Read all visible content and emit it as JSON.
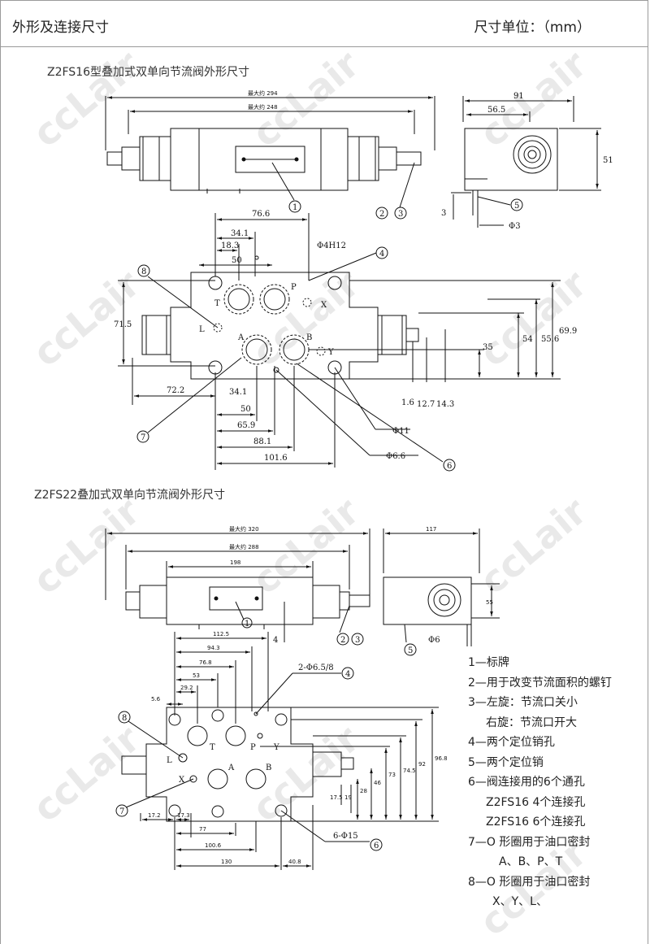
{
  "header": {
    "title": "外形及连接尺寸",
    "units": "尺寸单位：（mm）"
  },
  "watermark": "ccLair",
  "section1": {
    "title": "Z2FS16型叠加式双单向节流阀外形尺寸",
    "top_dims": {
      "max294": "最大约 294",
      "max248": "最大约 248"
    },
    "side_dims": {
      "w91": "91",
      "w56_5": "56.5",
      "h51": "51",
      "d3": "3",
      "phi3": "Φ3"
    },
    "plan_dims": {
      "d76_6": "76.6",
      "d34_1": "34.1",
      "d18_3": "18.3",
      "d50": "50",
      "phi4h12": "Φ4H12",
      "d71_5": "71.5",
      "d72_2": "72.2",
      "d34_1b": "34.1",
      "d50b": "50",
      "d65_9": "65.9",
      "d88_1": "88.1",
      "d101_6": "101.6",
      "phi11": "Φ11",
      "phi6_6": "Φ6.6",
      "d69_9": "69.9",
      "d55_6": "55.6",
      "d54": "54",
      "d35": "35",
      "d1_6": "1.6",
      "d12_7": "12.7",
      "d14_3": "14.3"
    },
    "ports": {
      "P": "P",
      "T": "T",
      "X": "X",
      "L": "L",
      "A": "A",
      "B": "B",
      "Y": "Y"
    },
    "callouts": {
      "c1": "1",
      "c2": "2",
      "c3": "3",
      "c4": "4",
      "c5": "5",
      "c6": "6",
      "c7": "7",
      "c8": "8"
    }
  },
  "section2": {
    "title": "Z2FS22叠加式双单向节流阀外形尺寸",
    "top_dims": {
      "max320": "最大约 320",
      "max288": "最大约 288",
      "d198": "198",
      "d4": "4"
    },
    "side_dims": {
      "w117": "117",
      "h55": "55",
      "phi6": "Φ6"
    },
    "plan_dims": {
      "d112_5": "112.5",
      "d94_3": "94.3",
      "d76_8": "76.8",
      "d53": "53",
      "d29_2": "29.2",
      "d5_6": "5.6",
      "phi6_5_8": "2-Φ6.5/8",
      "d17_2": "17.2",
      "d17_3": "17.3",
      "d77": "77",
      "d100_6": "100.6",
      "d130": "130",
      "d40_8": "40.8",
      "phi15": "6-Φ15",
      "d96_8": "96.8",
      "d92": "92",
      "d74_5": "74.5",
      "d73": "73",
      "d46": "46",
      "d28": "28",
      "d19": "19",
      "d17_5": "17.5"
    },
    "ports": {
      "P": "P",
      "T": "T",
      "X": "X",
      "L": "L",
      "A": "A",
      "B": "B",
      "Y": "Y"
    },
    "callouts": {
      "c1": "1",
      "c2": "2",
      "c3": "3",
      "c4": "4",
      "c5": "5",
      "c6": "6",
      "c7": "7",
      "c8": "8"
    }
  },
  "legend": [
    "1—标牌",
    "2—用于改变节流面积的螺钉",
    "3—左旋：节流口关小",
    "   右旋：节流口开大",
    "4—两个定位销孔",
    "5—两个定位销",
    "6—阀连接用的6个通孔",
    "   Z2FS16 4个连接孔",
    "   Z2FS16 6个连接孔",
    "7—O 形圈用于油口密封",
    "   A、B、P、T",
    "8—O 形圈用于油口密封",
    "   X、Y、L、"
  ]
}
